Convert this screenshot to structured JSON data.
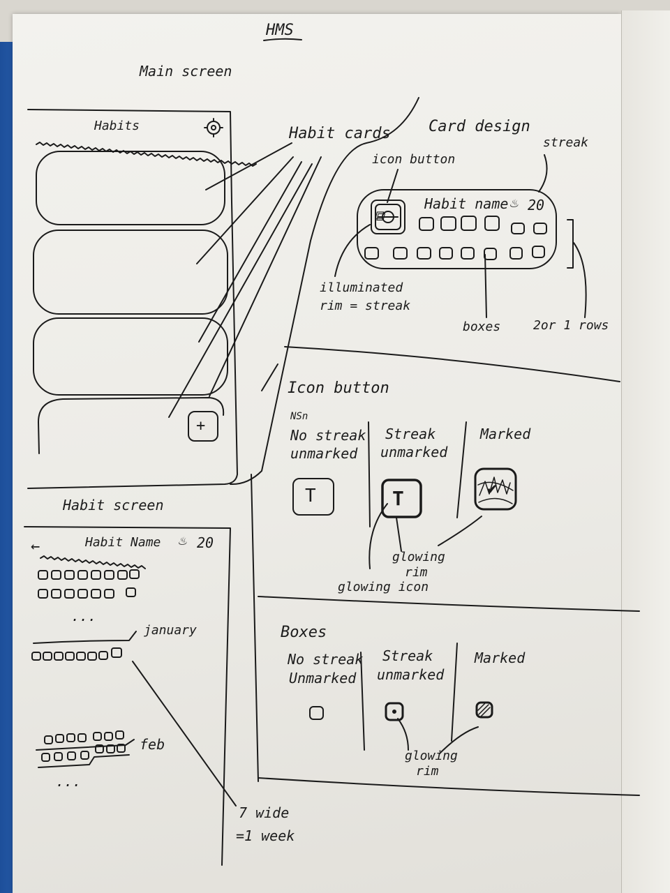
{
  "doc_title": "HMS",
  "main_screen": {
    "label": "Main screen",
    "app_title": "Habits",
    "settings_icon": "gear-icon",
    "add_icon": "plus-icon",
    "add_label": "+"
  },
  "habit_cards_label": "Habit cards",
  "card_design": {
    "title": "Card design",
    "icon_button_label": "icon button",
    "streak_label": "streak",
    "habit_name": "Habit name",
    "streak_count": "20",
    "streak_icon": "flame-icon",
    "illuminated_rim": [
      "illuminated",
      "rim = streak"
    ],
    "boxes_label": "boxes",
    "rows_label": "2or 1 rows"
  },
  "icon_button_section": {
    "title": "Icon button",
    "scribble": "NSn",
    "states": [
      {
        "lines": [
          "No streak",
          "unmarked"
        ],
        "icon": "hammer-icon"
      },
      {
        "lines": [
          "Streak",
          "unmarked"
        ],
        "icon": "hammer-icon"
      },
      {
        "lines": [
          "Marked"
        ],
        "icon": "checkmark-icon"
      }
    ],
    "glowing_rim": [
      "glowing",
      "rim"
    ],
    "glowing_icon": "glowing icon"
  },
  "boxes_section": {
    "title": "Boxes",
    "states": [
      {
        "lines": [
          "No streak",
          "Unmarked"
        ]
      },
      {
        "lines": [
          "Streak",
          "unmarked"
        ]
      },
      {
        "lines": [
          "Marked"
        ]
      }
    ],
    "glowing_rim": [
      "glowing",
      "rim"
    ]
  },
  "habit_screen": {
    "label": "Habit screen",
    "back_arrow": "←",
    "habit_name": "Habit Name",
    "streak_count": "20",
    "ellipsis": "...",
    "month_1": "january",
    "month_2": "feb",
    "ellipsis_2": "...",
    "week_note": [
      "7 wide",
      "=1 week"
    ]
  }
}
